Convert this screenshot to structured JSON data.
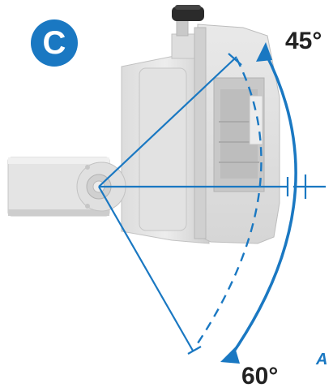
{
  "badge": {
    "label": "C"
  },
  "angles": {
    "up": "45°",
    "down": "60°"
  },
  "corner_label": "A",
  "colors": {
    "accent": "#1a78c2",
    "part_light": "#e6e6e6",
    "part_mid": "#d2d2d2",
    "part_dark": "#b9b9b9",
    "text": "#222222"
  }
}
